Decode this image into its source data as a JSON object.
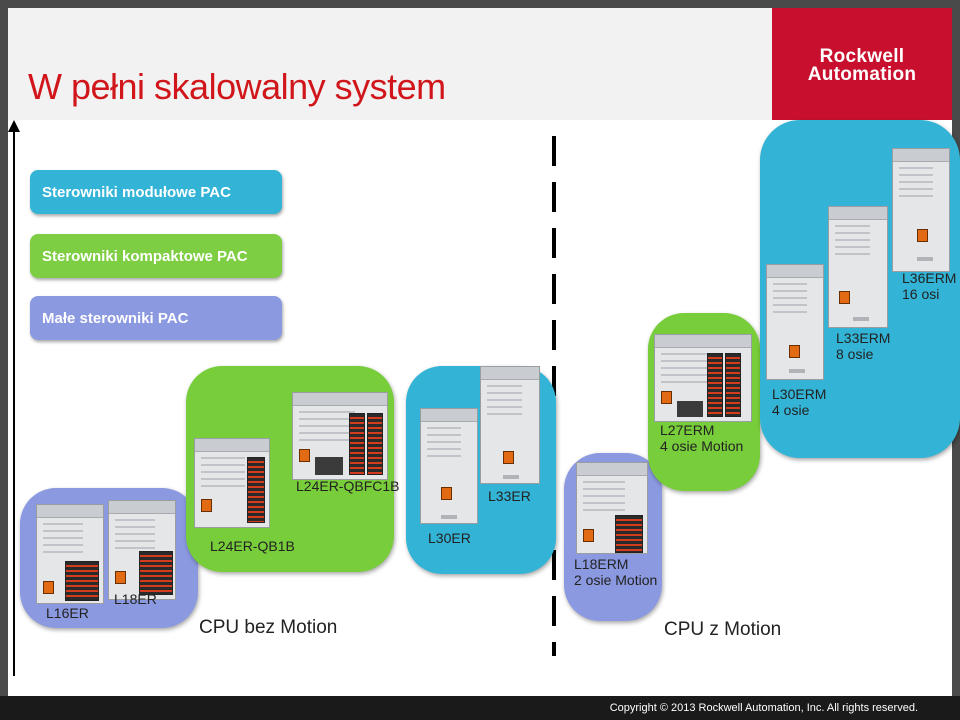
{
  "header": {
    "title": "W pełni skalowalny system",
    "logo_line1": "Rockwell",
    "logo_line2": "Automation",
    "brand_color": "#c8102e",
    "title_color": "#d0161b"
  },
  "categories": [
    {
      "label": "Sterowniki modułowe PAC",
      "color": "#33b4d6"
    },
    {
      "label": "Sterowniki kompaktowe PAC",
      "color": "#7ece43"
    },
    {
      "label": "Małe sterowniki PAC",
      "color": "#8b99e0"
    }
  ],
  "controllers": {
    "l16er": "L16ER",
    "l18er": "L18ER",
    "l24er_qb1b": "L24ER-QB1B",
    "l24er_qbfc1b": "L24ER-QBFC1B",
    "l30er": "L30ER",
    "l33er": "L33ER",
    "l18erm_name": "L18ERM",
    "l18erm_axes": "2 osie Motion",
    "l27erm_name": "L27ERM",
    "l27erm_axes": "4 osie Motion",
    "l30erm_name": "L30ERM",
    "l30erm_axes": "4 osie",
    "l33erm_name": "L33ERM",
    "l33erm_axes": "8 osie",
    "l36erm_name": "L36ERM",
    "l36erm_axes": "16 osi"
  },
  "sections": {
    "left": "CPU bez Motion",
    "right": "CPU z Motion"
  },
  "footer": {
    "copyright": "Copyright © 2013 Rockwell Automation, Inc. All rights reserved."
  }
}
